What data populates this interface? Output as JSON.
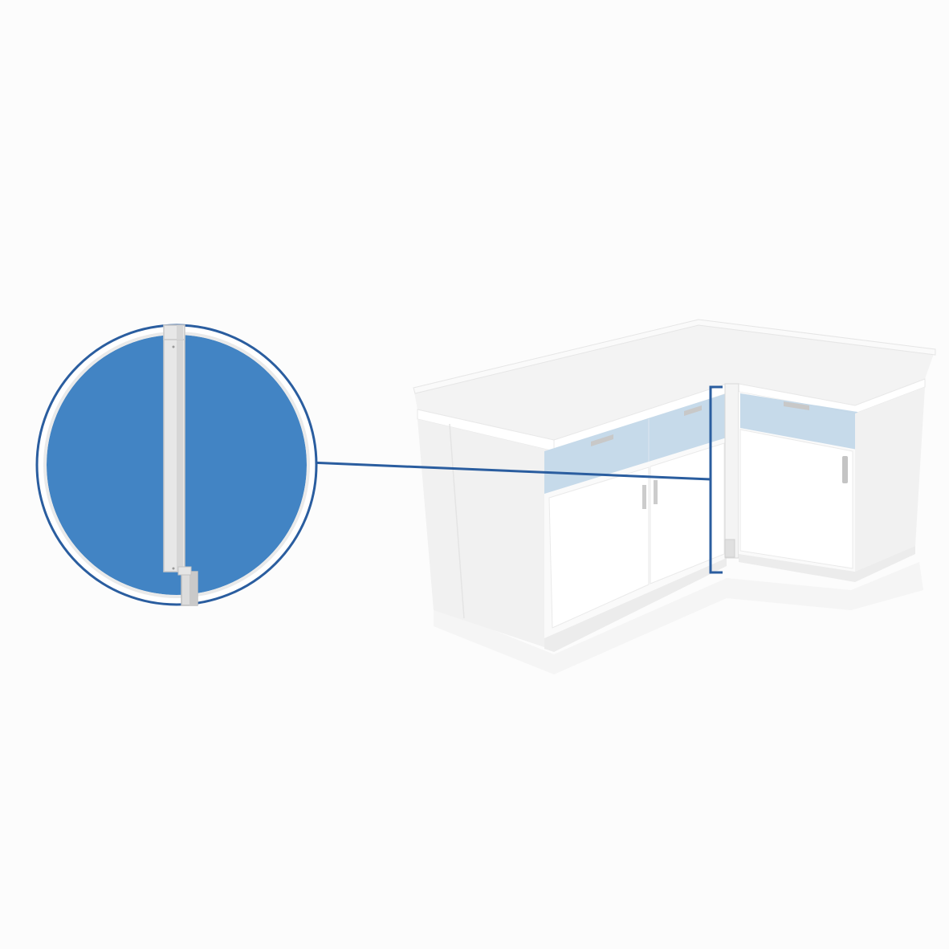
{
  "illustration": {
    "subject": "l-shaped-cabinet-corner-filler",
    "callout": "zoom-detail-of-corner-filler-strip"
  },
  "colors": {
    "background": "#fcfcfc",
    "accent_blue": "#4284c4",
    "outline_blue": "#2a5d9f",
    "drawer_tint": "#bcd4e6",
    "cabinet_white": "#ffffff",
    "cabinet_side": "#eeeeee",
    "countertop": "#f0f0f0",
    "handle_gray": "#c8c8c8"
  },
  "icons": {
    "callout_circle": "magnifier-callout",
    "bracket": "bracket-marker"
  }
}
